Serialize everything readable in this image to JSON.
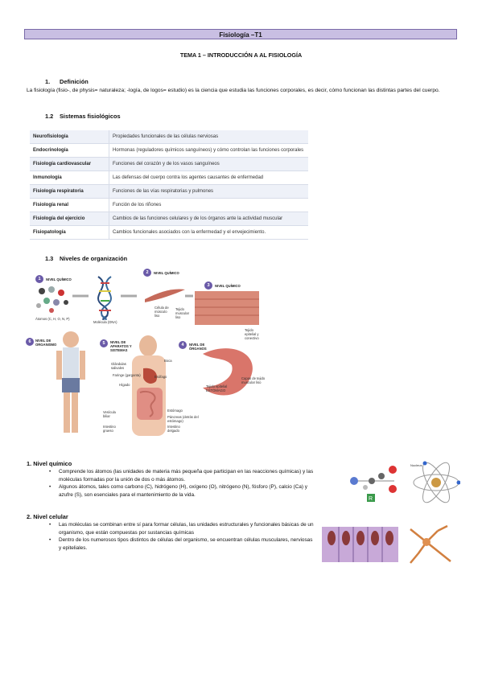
{
  "header": {
    "title": "Fisiología –T1"
  },
  "tema_title": "TEMA 1 – INTRODUCCIÓN A AL FISIOLOGÍA",
  "section1": {
    "num": "1.",
    "heading": "Definición",
    "text": "La fisiología (fisio-, de physis= naturaleza; -logía, de logos= estudio) es la ciencia que estudia las funciones corporales, es decir, cómo funcionan las distintas partes del cuerpo."
  },
  "section12": {
    "num": "1.2",
    "heading": "Sistemas fisiológicos",
    "rows": [
      {
        "name": "Neurofisiología",
        "desc": "Propiedades funcionales de las células nerviosas"
      },
      {
        "name": "Endocrinología",
        "desc": "Hormonas (reguladores químicos sanguíneos) y cómo controlan las funciones corporales"
      },
      {
        "name": "Fisiología cardiovascular",
        "desc": "Funciones del corazón y de los vasos sanguíneos"
      },
      {
        "name": "Inmunología",
        "desc": "Las defensas del cuerpo contra los agentes causantes de enfermedad"
      },
      {
        "name": "Fisiología respiratoria",
        "desc": "Funciones de las vías respiratorias y pulmones"
      },
      {
        "name": "Fisiología renal",
        "desc": "Función de los riñones"
      },
      {
        "name": "Fisiología del ejercicio",
        "desc": "Cambios de las funciones celulares y de los órganos ante la actividad muscular"
      },
      {
        "name": "Fisiopatología",
        "desc": "Cambios funcionales asociados con la enfermedad y el envejecimiento."
      }
    ]
  },
  "section13": {
    "num": "1.3",
    "heading": "Niveles de organización"
  },
  "figure": {
    "n1": "1",
    "n1_label": "NIVEL QUÍMICO",
    "n2": "2",
    "n2_label": "NIVEL QUÍMICO",
    "n3": "3",
    "n3_label": "NIVEL QUÍMICO",
    "n4": "4",
    "n4_label": "NIVEL DE ÓRGANOS",
    "n5": "5",
    "n5_label": "NIVEL DE APARATOS Y SISTEMAS",
    "n6": "6",
    "n6_label": "NIVEL DE ORGANISMO",
    "atoms": "Átomos (C, H, O, N, P)",
    "molecule": "Molécula (DNA)",
    "cell": "Célula de músculo liso",
    "tissue": "Tejido muscular liso",
    "epi_tissue": "Tejido epitelial y conectivo",
    "layers": "Capas de tejido muscular liso",
    "epi_stomach": "Tejido epitelial ESTÓMAGO",
    "mouth": "Boca",
    "glands": "Glándulas salivales",
    "pharynx": "Faringe (garganta)",
    "esophagus": "Esófago",
    "liver": "Hígado",
    "stomach": "Estómago",
    "pancreas": "Páncreas (detrás del estómago)",
    "gallbladder": "Vesícula biliar",
    "small_int": "Intestino delgado",
    "large_int": "Intestino grueso"
  },
  "section2": {
    "heading": "1. Nivel químico",
    "bullets": [
      "Comprende los átomos (las unidades de materia más pequeña que participan en las reacciones químicas) y las moléculas formadas por la unión de dos o más átomos.",
      "Algunos átomos, tales como carbono (C), hidrógeno (H), oxígeno (O), nitrógeno (N), fósforo (P), calcio (Ca) y azufre (S), son esenciales para el mantenimiento de la vida."
    ],
    "atom_label": "Nucleus",
    "aa_label": "R"
  },
  "section3": {
    "heading": "2. Nivel celular",
    "bullets": [
      "Las moléculas se combinan entre sí para formar células, las unidades estructurales y funcionales básicas de un organismo, que están compuestas por sustancias químicas",
      "Dentro de los numerosos tipos distintos de células del organismo, se encuentran células musculares, nerviosas y epiteliales."
    ]
  }
}
